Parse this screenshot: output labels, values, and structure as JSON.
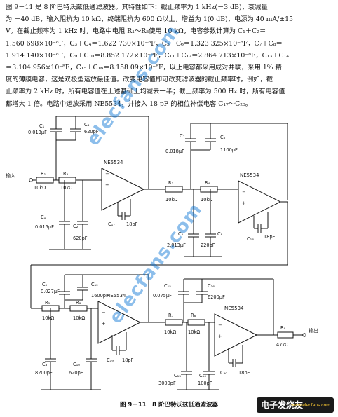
{
  "description_lines": [
    "图 9－11 是 8 阶巴特沃兹低通滤波器。其特性如下：截止频率为 1 kHz(－3 dB)，衰减量",
    "为 －40 dB，输入阻抗为 10 kΩ，终端阻抗为 600 Ω以上，增益为 1(0 dB)，电源为 40 mA/±15",
    "V。在截止频率为 1 kHz 时，电路中电阻 R₁～R₈使用 10 kΩ，电容参数计算为 C₁＋C₂＝",
    "1.560 698×10⁻⁸F，C₃＋C₄＝1.622 730×10⁻⁸F，C₅＋C₆＝1.323 325×10⁻⁸F，C₇＋C₈＝",
    "1.914 140×10⁻⁸F，C₉＋C₁₀＝8.852 172×10⁻⁹F，C₁₁＋C₁₂＝2.864 713×10⁻⁸F，C₁₃＋C₁₄",
    "＝3.104 956×10⁻⁸F，C₁₅＋C₁₆＝8.158 09×10⁻⁸F，以上电容都采用成对并联，采用 1% 精",
    "度的薄膜电容，这是双极型运放最佳值。改变电容值即可改变滤波器的截止频率时，例如，截",
    "止频率为 2 kHz 时，所有电容值在上述基础上均减去一半；截止频率为 500 Hz 时，所有电容值",
    "都增大 1 倍。电路中运放采用 NE5534，并接入 18 pF 的相位补偿电容 C₁₇～C₂₀。"
  ],
  "watermark": "elecfans.com",
  "caption": "图 9－11　8 阶巴特沃兹低通滤波器",
  "logo": {
    "cn": "电子发烧友",
    "en": "www.elecfans.com"
  },
  "io": {
    "input": "输入",
    "output": "输出"
  },
  "components": {
    "C1": "C₁",
    "C1v": "0.013μF",
    "C4": "C₄",
    "C4v": "620pF",
    "C2": "C₂",
    "C2v": "620pF",
    "Cb1": "C₁",
    "Cb1v": "0.015μF",
    "R1": "R₁",
    "R1v": "10kΩ",
    "R2": "R₂",
    "R2v": "10kΩ",
    "U1": "NE5534",
    "C17": "C₁₇",
    "C17v": "18pF",
    "R3": "R₃",
    "R3v": "10kΩ",
    "R4": "R₄",
    "R4v": "10kΩ",
    "C7": "C₇",
    "C7v": "0.018μF",
    "C6": "C₆",
    "C6v": "1100pF",
    "C5": "C₅",
    "C5v": "2.013μF",
    "C8": "C₈",
    "C8v": "220pF",
    "U2": "NE5534",
    "C18": "C₁₈",
    "C18v": "18pF",
    "C9": "C₉",
    "C9v": "0.027μF",
    "C12": "C₁₂",
    "C12v": "1600pF",
    "R5": "R₅",
    "R5v": "10kΩ",
    "R6": "R₆",
    "R6v": "10kΩ",
    "C3": "C₃",
    "C3v": "8200pF",
    "C10": "C₁₀",
    "C10v": "620pF",
    "U3": "NE5534",
    "C19": "C₁₉",
    "C19v": "18pF",
    "C15": "C₁₅",
    "C15v": "0.075μF",
    "C16": "C₁₆",
    "C16v": "6200pF",
    "R7": "R₇",
    "R7v": "10kΩ",
    "R8": "R₈",
    "R8v": "10kΩ",
    "C13": "C₁₃",
    "C13v": "3000pF",
    "C14": "C₁₄",
    "C14v": "100pF",
    "U4": "NE5534",
    "C20": "C₂₀",
    "C20v": "18pF",
    "R9": "R₉",
    "R9v": "47kΩ"
  }
}
